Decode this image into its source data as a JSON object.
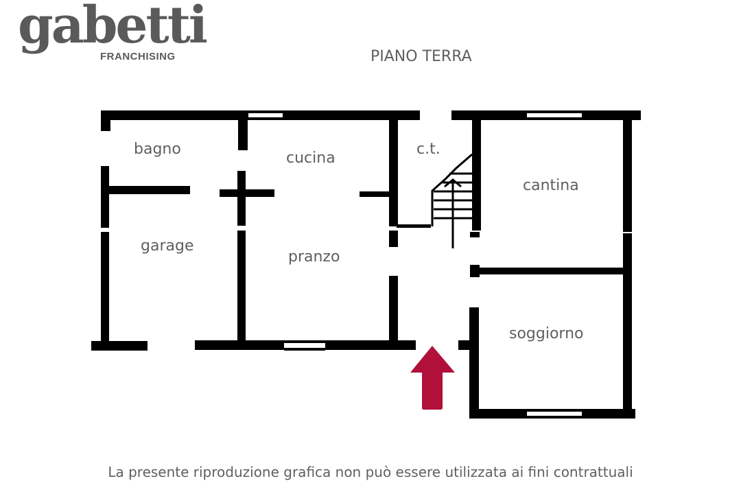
{
  "brand": {
    "name": "gabetti",
    "subtitle": "FRANCHISING",
    "color": "#5a5a5a"
  },
  "floor": {
    "title": "PIANO TERRA"
  },
  "rooms": [
    {
      "id": "bagno",
      "label": "bagno"
    },
    {
      "id": "cucina",
      "label": "cucina"
    },
    {
      "id": "ct",
      "label": "c.t."
    },
    {
      "id": "cantina",
      "label": "cantina"
    },
    {
      "id": "garage",
      "label": "garage"
    },
    {
      "id": "pranzo",
      "label": "pranzo"
    },
    {
      "id": "soggiorno",
      "label": "soggiorno"
    }
  ],
  "entrance_arrow": {
    "direction": "up",
    "color": "#b0103a"
  },
  "colors": {
    "wall": "#000000",
    "text": "#5f5f5f",
    "background": "#ffffff"
  },
  "footer": {
    "disclaimer": "La presente riproduzione grafica non può essere utilizzata ai fini contrattuali"
  }
}
